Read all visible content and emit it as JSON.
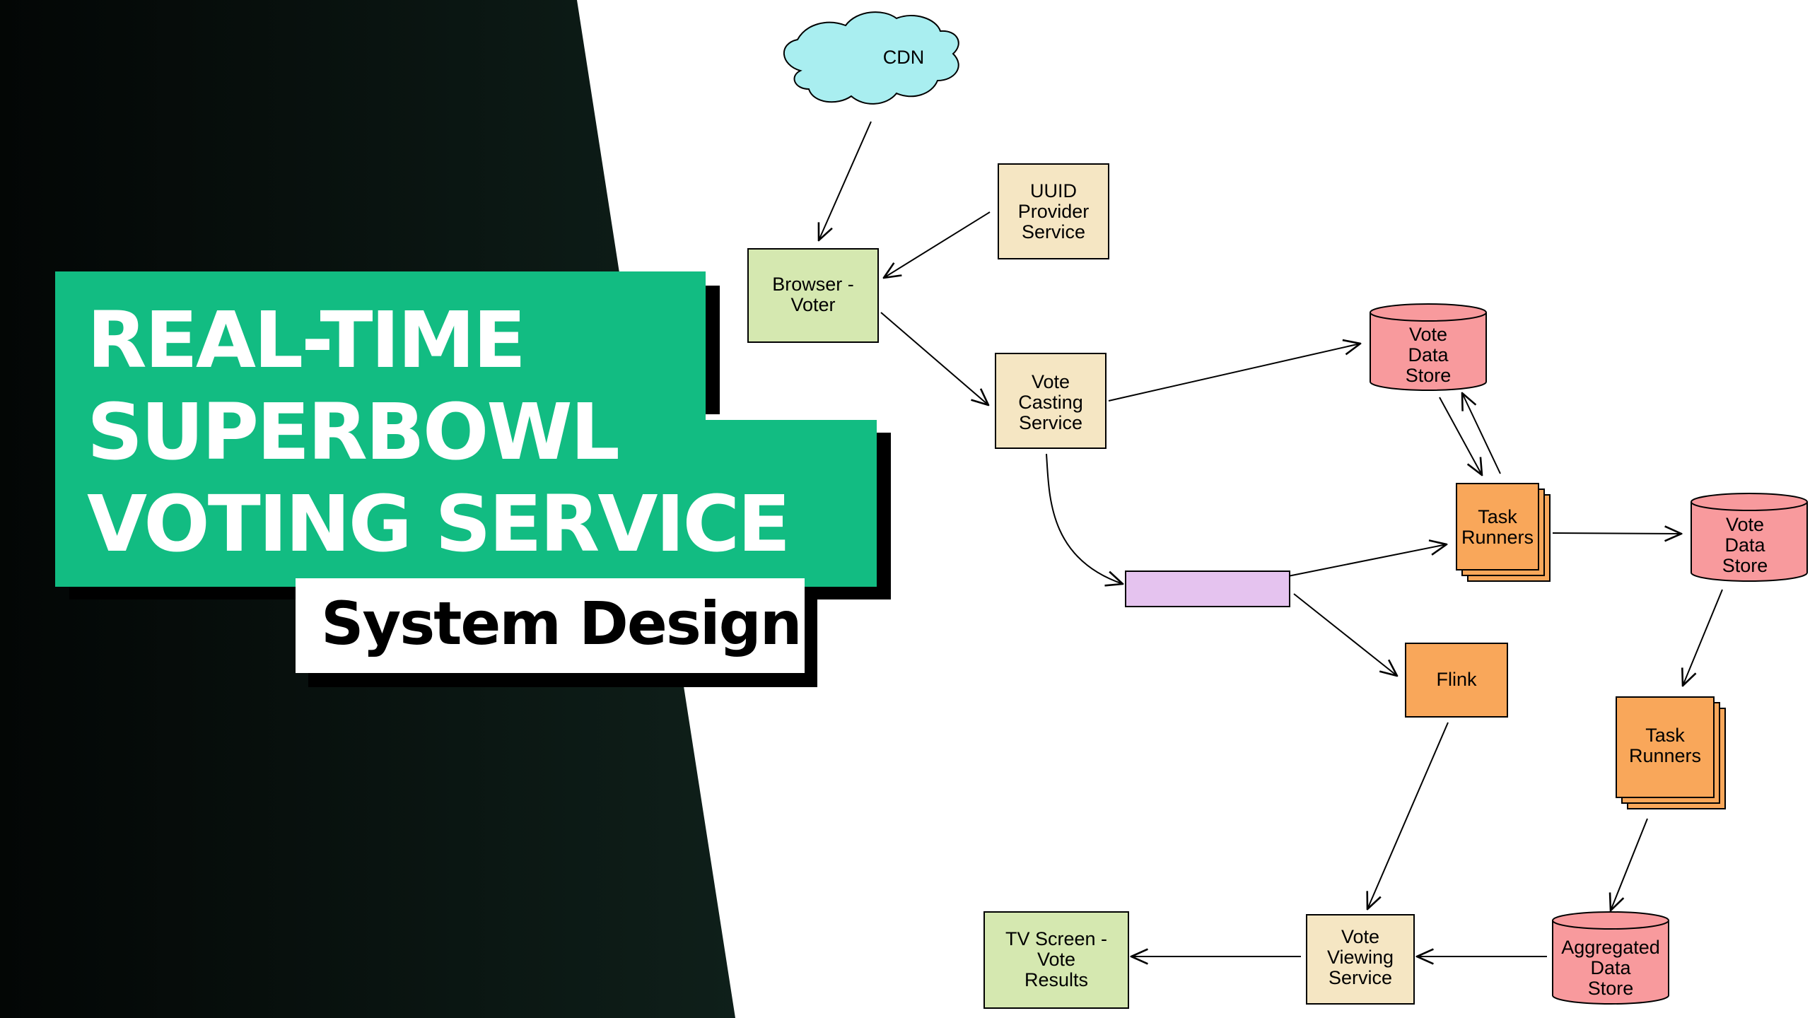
{
  "title": {
    "lines": [
      "REAL-TIME",
      "SUPERBOWL",
      "VOTING SERVICE"
    ],
    "subtitle": "System Design"
  },
  "diagram": {
    "nodes": {
      "cdn": "CDN",
      "browser": [
        "Browser -",
        "Voter"
      ],
      "uuid": [
        "UUID",
        "Provider",
        "Service"
      ],
      "vote_casting": [
        "Vote",
        "Casting",
        "Service"
      ],
      "vote_store_1": [
        "Vote",
        "Data",
        "Store"
      ],
      "task_runners_1": [
        "Task",
        "Runners"
      ],
      "vote_store_2": [
        "Vote",
        "Data",
        "Store"
      ],
      "queue": "",
      "flink": "Flink",
      "task_runners_2": [
        "Task",
        "Runners"
      ],
      "aggregated_store": [
        "Aggregated",
        "Data",
        "Store"
      ],
      "vote_viewing": [
        "Vote",
        "Viewing",
        "Service"
      ],
      "tv_screen": [
        "TV Screen -",
        "Vote",
        "Results"
      ]
    },
    "colors": {
      "cloud": "#a9eef0",
      "client": "#d5e8b0",
      "service": "#f5e6c3",
      "datastore": "#f89a9d",
      "worker": "#f9a75a",
      "queue": "#e5c3ef",
      "brand_green": "#12bc82"
    }
  }
}
